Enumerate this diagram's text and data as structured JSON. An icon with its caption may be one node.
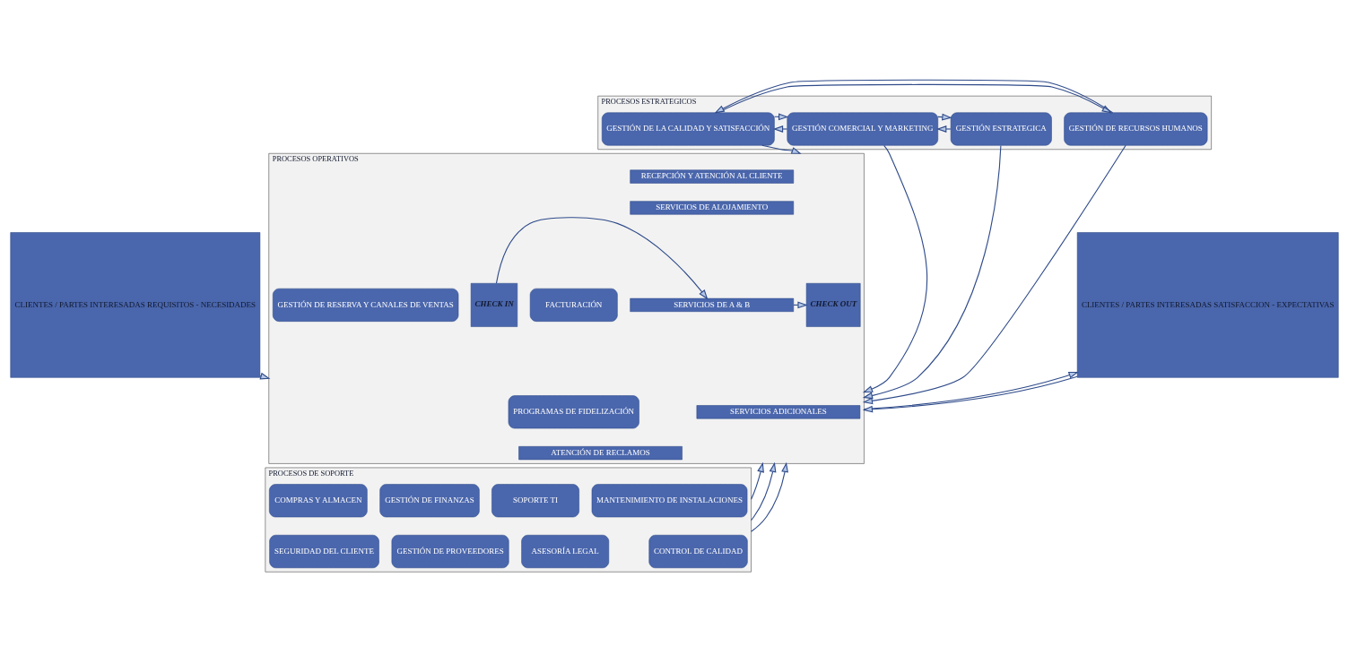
{
  "diagram": {
    "nodes": [
      {
        "text": [
          "CLIENTES / PARTES INTERESADAS REQUISITOS - NECESIDADES"
        ]
      },
      {
        "text": [
          "PROCESOS ESTRATEGICOS"
        ]
      },
      {
        "text": [
          "GESTIÓN ESTRATEGICA"
        ],
        "in": 1
      },
      {
        "text": [
          "GESTIÓN COMERCIAL Y MARKETING"
        ],
        "in": 1
      },
      {
        "text": [
          "GESTIÓN DE LA CALIDAD Y SATISFACCIÓN"
        ],
        "in": 1
      },
      {
        "text": [
          "GESTIÓN DE RECURSOS HUMANOS"
        ],
        "in": 1
      },
      {
        "text": [
          "PROCESOS OPERATIVOS"
        ]
      },
      {
        "text": [
          "GESTIÓN DE RESERVA Y CANALES DE VENTAS"
        ],
        "in": 6
      },
      {
        "text": [
          "CHECK IN"
        ],
        "in": 6
      },
      {
        "text": [
          "RECEPCIÓN Y ATENCIÓN AL CLIENTE"
        ],
        "in": 6
      },
      {
        "text": [
          "SERVICIOS DE ALOJAMIENTO"
        ],
        "in": 6
      },
      {
        "text": [
          "SERVICIOS DE A & B"
        ],
        "in": 6
      },
      {
        "text": [
          "SERVICIOS ADICIONALES"
        ],
        "in": 6
      },
      {
        "text": [
          "ATENCIÓN DE RECLAMOS"
        ],
        "in": 6
      },
      {
        "text": [
          "CHECK OUT"
        ],
        "in": 6
      },
      {
        "text": [
          "FACTURACIÓN"
        ],
        "in": 6
      },
      {
        "text": [
          "PROGRAMAS DE FIDELIZACIÓN"
        ],
        "in": 6
      },
      {
        "text": [
          "PROCESOS DE SOPORTE"
        ]
      },
      {
        "text": [
          "MANTENIMIENTO DE INSTALACIONES"
        ],
        "in": 17
      },
      {
        "text": [
          "SOPORTE TI"
        ],
        "in": 17
      },
      {
        "text": [
          "GESTIÓN DE FINANZAS"
        ],
        "in": 17
      },
      {
        "text": [
          "COMPRAS Y ALMACEN"
        ],
        "in": 17
      },
      {
        "text": [
          "CONTROL DE CALIDAD"
        ],
        "in": 17
      },
      {
        "text": [
          "ASESORÍA LEGAL"
        ],
        "in": 17
      },
      {
        "text": [
          "GESTIÓN DE PROVEEDORES"
        ],
        "in": 17
      },
      {
        "text": [
          "SEGURIDAD DEL CLIENTE"
        ],
        "in": 17
      },
      {
        "text": [
          "CLIENTES / PARTES INTERESADAS SATISFACCION - EXPECTATIVAS"
        ]
      }
    ],
    "edges": [
      {
        "from": 2,
        "to": 3,
        "arrow": "to"
      },
      {
        "from": 3,
        "to": 2,
        "arrow": "to"
      },
      {
        "from": 3,
        "to": 4,
        "arrow": "to"
      },
      {
        "from": 4,
        "to": 3,
        "arrow": "to"
      },
      {
        "from": 4,
        "to": 5,
        "arrow": "to"
      },
      {
        "from": 5,
        "to": 4,
        "arrow": "to"
      },
      {
        "from": 2,
        "to": 6,
        "arrow": "to"
      },
      {
        "from": 3,
        "to": 6,
        "arrow": "to"
      },
      {
        "from": 4,
        "to": 6,
        "arrow": "to"
      },
      {
        "from": 5,
        "to": 6,
        "arrow": "to"
      },
      {
        "from": 0,
        "to": 6,
        "arrow": "to"
      },
      {
        "from": 8,
        "to": 11,
        "arrow": "to"
      },
      {
        "from": 11,
        "to": 14,
        "arrow": "to"
      },
      {
        "from": 6,
        "to": 26,
        "arrow": "to"
      },
      {
        "from": 26,
        "to": 6,
        "arrow": "to"
      },
      {
        "from": 17,
        "to": 6,
        "arrow": "to"
      },
      {
        "from": 17,
        "to": 6,
        "arrow": "to"
      },
      {
        "from": 17,
        "to": 6,
        "arrow": "to"
      }
    ]
  }
}
